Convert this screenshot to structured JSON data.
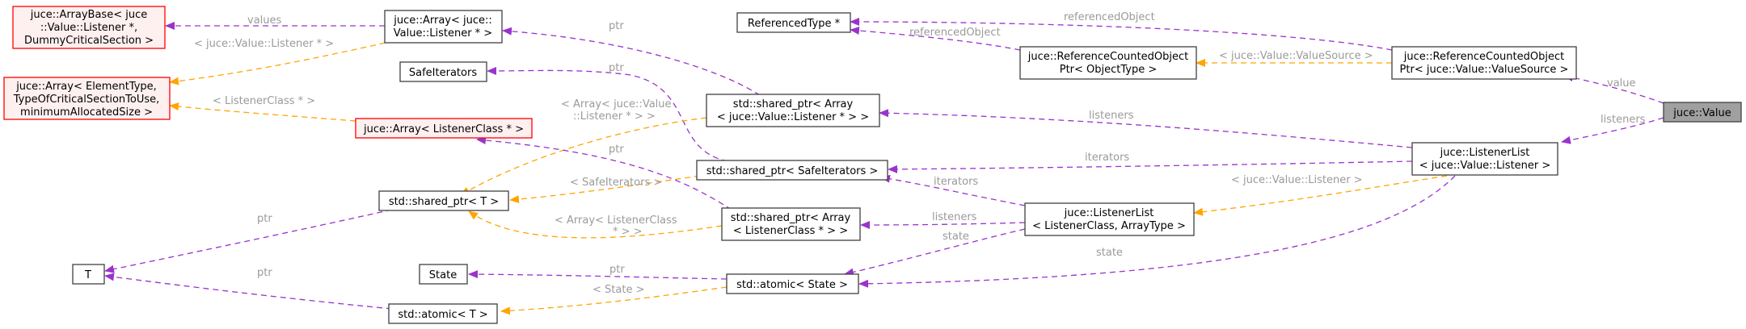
{
  "colors": {
    "inheritance": "#9a33cc",
    "template": "#ffa500",
    "node_border": "#404040",
    "incomplete_border": "#ff0000",
    "incomplete_fill": "#fff0f0",
    "root_fill": "#a0a0a0",
    "edge_label": "#9a9a9a"
  },
  "nodes": {
    "value": {
      "lines": [
        "juce::Value"
      ]
    },
    "refobj_vs": {
      "lines": [
        "juce::ReferenceCountedObject",
        "Ptr< juce::Value::ValueSource >"
      ]
    },
    "listenerlist_vl": {
      "lines": [
        "juce::ListenerList",
        "< juce::Value::Listener >"
      ]
    },
    "referencedtype": {
      "lines": [
        "ReferencedType *"
      ]
    },
    "refobj_ot": {
      "lines": [
        "juce::ReferenceCountedObject",
        "Ptr< ObjectType >"
      ]
    },
    "sp_array_vl": {
      "lines": [
        "std::shared_ptr< Array",
        "< juce::Value::Listener * > >"
      ]
    },
    "sp_safeit": {
      "lines": [
        "std::shared_ptr< SafeIterators >"
      ]
    },
    "listenerlist_lc": {
      "lines": [
        "juce::ListenerList",
        "< ListenerClass, ArrayType >"
      ]
    },
    "sp_array_lc": {
      "lines": [
        "std::shared_ptr< Array",
        "< ListenerClass * > >"
      ]
    },
    "atomic_state": {
      "lines": [
        "std::atomic< State >"
      ]
    },
    "array_vl": {
      "lines": [
        "juce::Array< juce::",
        "Value::Listener * >"
      ]
    },
    "safeiterators": {
      "lines": [
        "SafeIterators"
      ]
    },
    "sp_T": {
      "lines": [
        "std::shared_ptr< T >"
      ]
    },
    "state": {
      "lines": [
        "State"
      ]
    },
    "atomic_T": {
      "lines": [
        "std::atomic< T >"
      ]
    },
    "arraybase": {
      "lines": [
        "juce::ArrayBase< juce",
        "::Value::Listener *,",
        "DummyCriticalSection >"
      ]
    },
    "array_generic": {
      "lines": [
        "juce::Array< ElementType,",
        "TypeOfCriticalSectionToUse,",
        "minimumAllocatedSize >"
      ]
    },
    "array_lc": {
      "lines": [
        "juce::Array< ListenerClass * >"
      ]
    },
    "T": {
      "lines": [
        "T"
      ]
    }
  },
  "edge_labels": {
    "value": "value",
    "listeners_top": "listeners",
    "referencedobject_1": "referencedObject",
    "referencedobject_2": "referencedObject",
    "valuesource_tpl": "< juce::Value::ValueSource >",
    "listeners_mid": "listeners",
    "iterators_top": "iterators",
    "listener_tpl": "< juce::Value::Listener >",
    "iterators_mid": "iterators",
    "listeners_low": "listeners",
    "state_1": "state",
    "state_2": "state",
    "ptr_array_vl": "ptr",
    "ptr_safeit": "ptr",
    "array_vl_tpl": [
      "< Array< juce::Value",
      "::Listener * > >"
    ],
    "safeit_tpl": "< SafeIterators >",
    "ptr_array_lc": "ptr",
    "array_lc_tpl": [
      "< Array< ListenerClass",
      "* > >"
    ],
    "ptr_state": "ptr",
    "state_tpl": "< State >",
    "values": "values",
    "listener_ptr_tpl": "< juce::Value::Listener * >",
    "listenerclass_tpl": "< ListenerClass * >",
    "ptr_T_1": "ptr",
    "ptr_T_2": "ptr"
  }
}
